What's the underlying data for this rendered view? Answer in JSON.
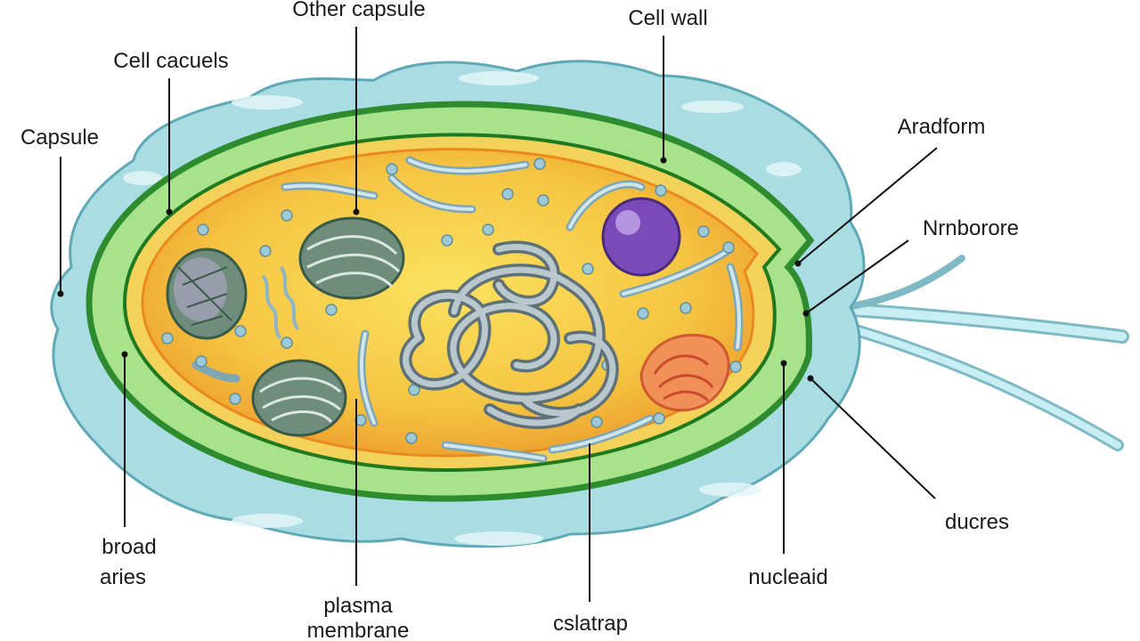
{
  "colors": {
    "capsule": "#a9dde3",
    "cell_wall_outer": "#2e8b2e",
    "cell_wall": "#a8e28a",
    "membrane_line": "#1f7a1f",
    "membrane_band": "#e0b23a",
    "cytoplasm": "#f5c542",
    "cytoplasm_edge": "#e98a1e",
    "nucleoid": "#8fa3a8",
    "ribosome_dot": "#9ec9d6",
    "granule": "#8a5cc4",
    "inclusion_body": "#6f8d7d",
    "flagellum": "#b7e3ea",
    "red_organelle": "#e06c4a"
  },
  "labels": {
    "other_capsule": "Other capsule",
    "cell_wall": "Cell wall",
    "cell_cacuels": "Cell cacuels",
    "capsule": "Capsule",
    "aradform": "Aradform",
    "nrnborore": "Nrnborore",
    "broad_line1": "broad",
    "broad_line2": "aries",
    "plasma_line1": "plasma",
    "plasma_line2": "membrane",
    "cslatrap": "cslatrap",
    "nucleaid": "nucleaid",
    "ducres": "ducres"
  }
}
